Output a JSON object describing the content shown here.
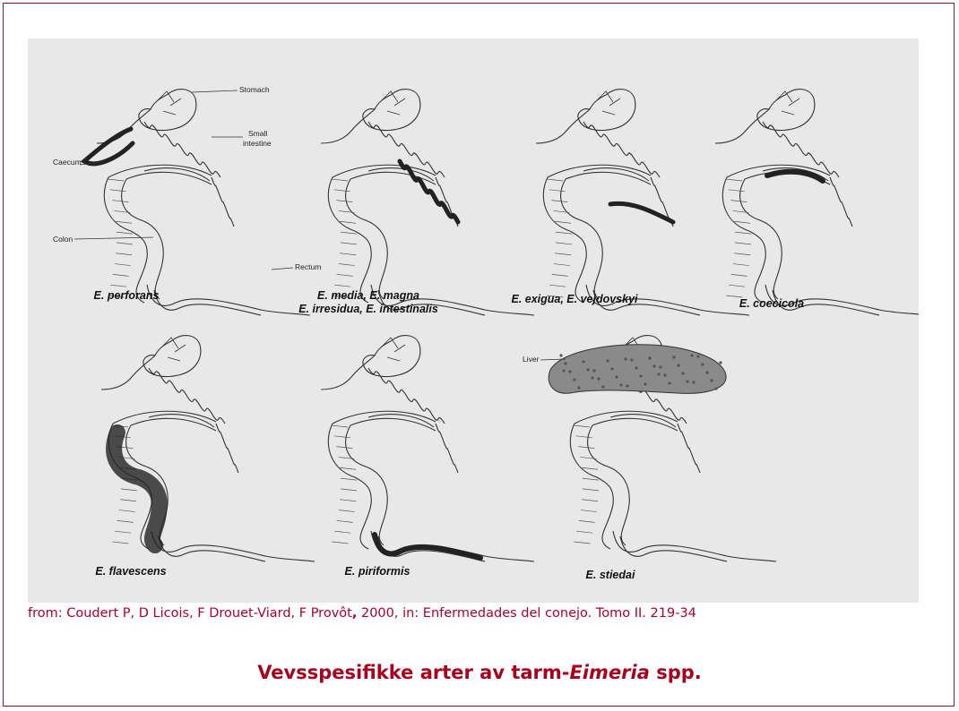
{
  "figure": {
    "panels": [
      {
        "id": "perforans",
        "label_lines": [
          "E. perforans"
        ],
        "site": "small-intestine-upper"
      },
      {
        "id": "media",
        "label_lines": [
          "E. media, E. magna",
          "E. irresidua, E. intestinalis"
        ],
        "site": "small-intestine-lower"
      },
      {
        "id": "exigua",
        "label_lines": [
          "E. exigua, E. vejdovskyi"
        ],
        "site": "ileum"
      },
      {
        "id": "coecicola",
        "label_lines": [
          "E. coecicola"
        ],
        "site": "appendix"
      },
      {
        "id": "flavescens",
        "label_lines": [
          "E. flavescens"
        ],
        "site": "caecum-colon"
      },
      {
        "id": "piriformis",
        "label_lines": [
          "E. piriformis"
        ],
        "site": "colon"
      },
      {
        "id": "stiedai",
        "label_lines": [
          "E. stiedai"
        ],
        "site": "liver"
      }
    ],
    "organ_labels": {
      "stomach": "Stomach",
      "small_intestine_1": "Small",
      "small_intestine_2": "intestine",
      "caecum": "Caecum",
      "colon": "Colon",
      "rectum": "Rectum",
      "liver": "Liver"
    }
  },
  "caption": {
    "part1": "from: Coudert P, D Licois, F Drouet-Viard, F Provôt",
    "comma": ",",
    "part2": " 2000, in: Enfermedades del conejo. Tomo II. 219-34"
  },
  "title": {
    "prefix": "Vevsspesifikke arter av tarm-",
    "genus": "Eimeria",
    "suffix": " spp."
  },
  "colors": {
    "frame": "#8b1a2b",
    "caption": "#b0002a",
    "title": "#a8001d",
    "panel": "#e8e8e8",
    "infection": "#222222"
  }
}
